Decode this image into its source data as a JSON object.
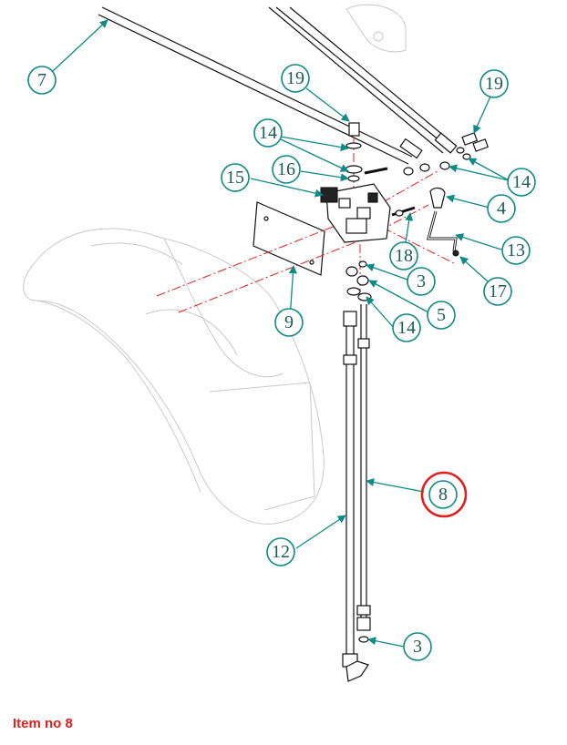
{
  "caption": {
    "text": "Item no 8",
    "color": "#e0201c"
  },
  "callout_color": "#0e8a86",
  "highlight_color": "#e0201c",
  "callouts": [
    {
      "id": "c7",
      "label": "7"
    },
    {
      "id": "c19a",
      "label": "19"
    },
    {
      "id": "c19b",
      "label": "19"
    },
    {
      "id": "c14a",
      "label": "14"
    },
    {
      "id": "c16",
      "label": "16"
    },
    {
      "id": "c15",
      "label": "15"
    },
    {
      "id": "c14b",
      "label": "14"
    },
    {
      "id": "c4",
      "label": "4"
    },
    {
      "id": "c13",
      "label": "13"
    },
    {
      "id": "c18",
      "label": "18"
    },
    {
      "id": "c3a",
      "label": "3"
    },
    {
      "id": "c17",
      "label": "17"
    },
    {
      "id": "c5",
      "label": "5"
    },
    {
      "id": "c9",
      "label": "9"
    },
    {
      "id": "c14c",
      "label": "14"
    },
    {
      "id": "c8",
      "label": "8"
    },
    {
      "id": "c12",
      "label": "12"
    },
    {
      "id": "c3b",
      "label": "3"
    }
  ],
  "highlighted_item": "8"
}
